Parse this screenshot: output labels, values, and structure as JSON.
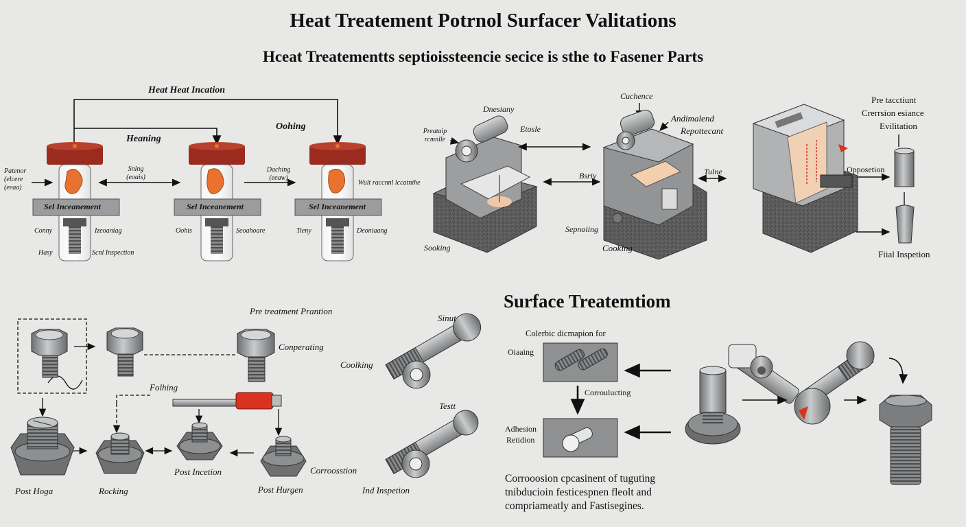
{
  "header": {
    "title": "Heat Treatement Potrnol Surfacer Valitations",
    "subtitle": "Hceat Treatementts septioissteencie secice is sthe to Fasener Parts"
  },
  "heat_section": {
    "top_flow_label": "Heat Heat Incation",
    "heaning_label": "Heaning",
    "oohing_label": "Oohing",
    "band_label": "Sel Inceanement",
    "left_input": "Patenor (elcere (eeaa)",
    "arrow1_label": "Sning (eoais)",
    "arrow2_label": "Daching (eeaw)",
    "right_output": "Wult raccnnl lccatnihe",
    "under1a": "Conny",
    "under1b": "Izeoaniag",
    "under1c": "Hasy",
    "under1d": "Scnl Inspection",
    "under2a": "Oohis",
    "under2b": "Seoahoare",
    "under3a": "Tieny",
    "under3b": "Deoniaang"
  },
  "machine_section": {
    "m1_label_top": "Dnesiany",
    "m1_label_left": "Preataip rcmnlle",
    "m1_label_right": "Etosle",
    "m1_label_bottom": "Sooking",
    "m2_label_top": "Cuchence",
    "m2_label_right1": "Andimalend",
    "m2_label_right2": "Repottecant",
    "m2_label_left": "Bsriy",
    "m2_label_bl": "Sepnoiing",
    "m2_label_bottom": "Cooking",
    "m3_label_mid": "Tulne",
    "m3_right_title1": "Pre tacctiunt",
    "m3_right_title2": "Crerrsion esiance",
    "m3_right_title3": "Evilitation",
    "m3_opposition": "Opposetion",
    "m3_final": "Fiial Inspetion"
  },
  "fastener_section": {
    "pre_treatment": "Pre treatment Prantion",
    "conperating": "Conperating",
    "folhing": "Folhing",
    "cooking": "Coolking",
    "sinut": "Sinut",
    "testt": "Testt",
    "post_incetion": "Post Incetion",
    "corrossition": "Corroosstion",
    "post_hoga": "Post Hoga",
    "rocking": "Rocking",
    "post_hurgen": "Post Hurgen",
    "ind_inspection": "Ind Inspetion"
  },
  "surface_section": {
    "title": "Surface Treatemtiom",
    "colorbic": "Colerbic dicmapion for",
    "oiaang": "Oiaaing",
    "corroulucing": "Corroulucting",
    "adhesion1": "Adhesion",
    "adhesion2": "Retidion",
    "paragraph": "Corrooosion cpcasinent of tuguting tnibducioin festicespnen fleolt and compriameatly and Fastisegines."
  },
  "colors": {
    "background": "#e8e8e7",
    "cap_red": "#9a2b1e",
    "flame_orange": "#e8722e",
    "steel": "#8f9294",
    "stone": "#5a5a5a",
    "accent_red": "#d93320"
  }
}
